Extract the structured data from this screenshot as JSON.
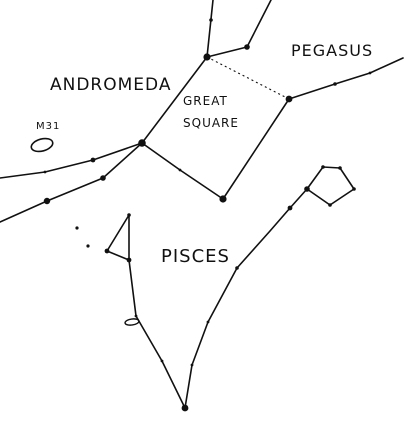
{
  "labels": {
    "andromeda": "ANDROMEDA",
    "pegasus": "PEGASUS",
    "great": "GREAT",
    "square": "SQUARE",
    "m31": "M31",
    "pisces": "PISCES"
  },
  "colors": {
    "ink": "#111111",
    "paper": "#ffffff"
  }
}
